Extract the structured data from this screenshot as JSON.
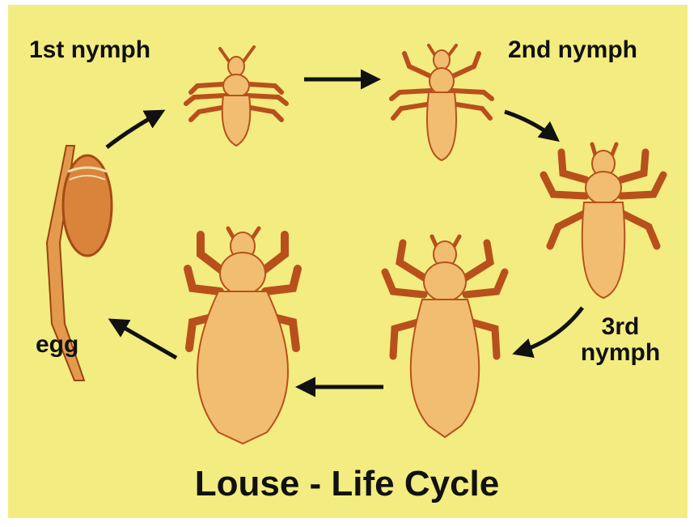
{
  "diagram": {
    "title": "Louse - Life Cycle",
    "stages": {
      "egg": "egg",
      "nymph1": "1st nymph",
      "nymph2": "2nd nymph",
      "nymph3": "3rd\nnymph"
    }
  },
  "colors": {
    "background": "#f3ec80",
    "body_fill": "#f1bd70",
    "body_outline": "#b8501c",
    "arrow": "#111111"
  }
}
